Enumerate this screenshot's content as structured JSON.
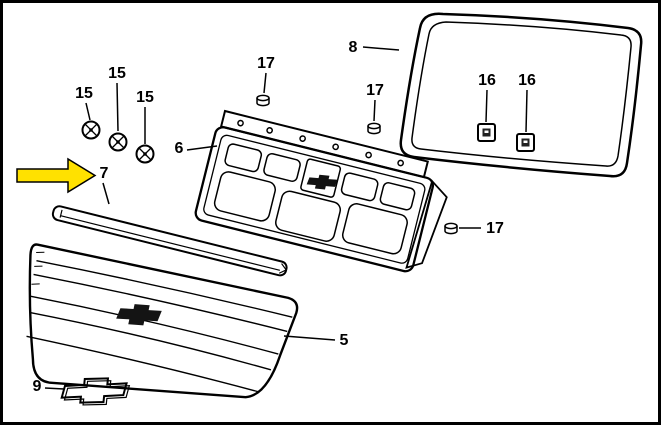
{
  "colors": {
    "background": "#ffffff",
    "line_color": "#000000",
    "highlight_arrow": "#ffe100"
  },
  "callouts": {
    "seal": "8",
    "clip_left": "16",
    "clip_right": "16",
    "nut_top": "17",
    "nut_middle": "17",
    "nut_side": "17",
    "grommet_left": "15",
    "grommet_middle": "15",
    "grommet_right": "15",
    "support": "6",
    "molding": "7",
    "grille": "5",
    "emblem": "9"
  }
}
